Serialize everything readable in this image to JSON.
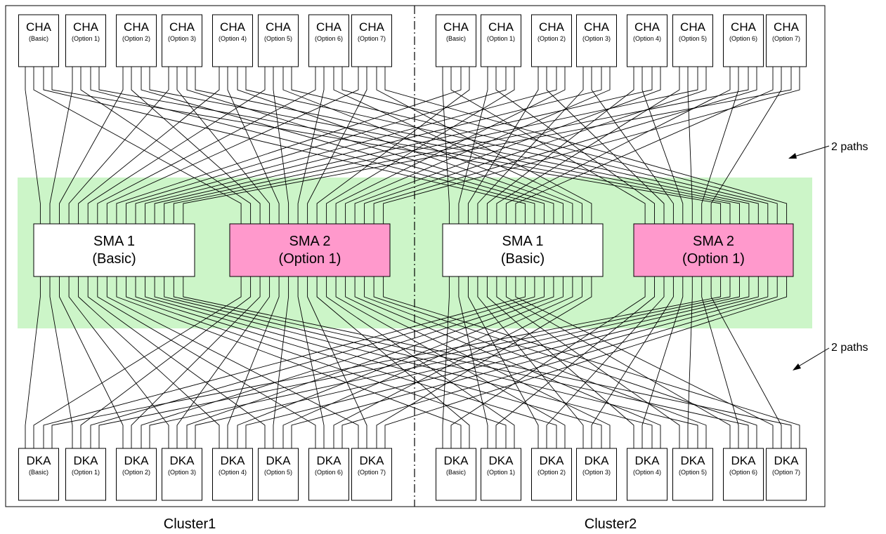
{
  "colors": {
    "zone_fill": "#ccf5c8",
    "sma_basic_fill": "#ffffff",
    "sma_option_fill": "#ff99cc",
    "line": "#000000"
  },
  "clusters": [
    {
      "label": "Cluster1",
      "cha": [
        {
          "title": "CHA",
          "sub": "(Basic)"
        },
        {
          "title": "CHA",
          "sub": "(Option 1)"
        },
        {
          "title": "CHA",
          "sub": "(Option 2)"
        },
        {
          "title": "CHA",
          "sub": "(Option 3)"
        },
        {
          "title": "CHA",
          "sub": "(Option 4)"
        },
        {
          "title": "CHA",
          "sub": "(Option 5)"
        },
        {
          "title": "CHA",
          "sub": "(Option 6)"
        },
        {
          "title": "CHA",
          "sub": "(Option 7)"
        }
      ],
      "dka": [
        {
          "title": "DKA",
          "sub": "(Basic)"
        },
        {
          "title": "DKA",
          "sub": "(Option 1)"
        },
        {
          "title": "DKA",
          "sub": "(Option 2)"
        },
        {
          "title": "DKA",
          "sub": "(Option 3)"
        },
        {
          "title": "DKA",
          "sub": "(Option 4)"
        },
        {
          "title": "DKA",
          "sub": "(Option 5)"
        },
        {
          "title": "DKA",
          "sub": "(Option 6)"
        },
        {
          "title": "DKA",
          "sub": "(Option 7)"
        }
      ],
      "sma": [
        {
          "line1": "SMA 1",
          "line2": "(Basic)",
          "kind": "basic"
        },
        {
          "line1": "SMA 2",
          "line2": "(Option 1)",
          "kind": "option"
        }
      ]
    },
    {
      "label": "Cluster2",
      "cha": [
        {
          "title": "CHA",
          "sub": "(Basic)"
        },
        {
          "title": "CHA",
          "sub": "(Option 1)"
        },
        {
          "title": "CHA",
          "sub": "(Option 2)"
        },
        {
          "title": "CHA",
          "sub": "(Option 3)"
        },
        {
          "title": "CHA",
          "sub": "(Option 4)"
        },
        {
          "title": "CHA",
          "sub": "(Option 5)"
        },
        {
          "title": "CHA",
          "sub": "(Option 6)"
        },
        {
          "title": "CHA",
          "sub": "(Option 7)"
        }
      ],
      "dka": [
        {
          "title": "DKA",
          "sub": "(Basic)"
        },
        {
          "title": "DKA",
          "sub": "(Option 1)"
        },
        {
          "title": "DKA",
          "sub": "(Option 2)"
        },
        {
          "title": "DKA",
          "sub": "(Option 3)"
        },
        {
          "title": "DKA",
          "sub": "(Option 4)"
        },
        {
          "title": "DKA",
          "sub": "(Option 5)"
        },
        {
          "title": "DKA",
          "sub": "(Option 6)"
        },
        {
          "title": "DKA",
          "sub": "(Option 7)"
        }
      ],
      "sma": [
        {
          "line1": "SMA 1",
          "line2": "(Basic)",
          "kind": "basic"
        },
        {
          "line1": "SMA 2",
          "line2": "(Option 1)",
          "kind": "option"
        }
      ]
    }
  ],
  "annotations": {
    "top_paths": "2 paths",
    "bottom_paths": "2 paths"
  }
}
